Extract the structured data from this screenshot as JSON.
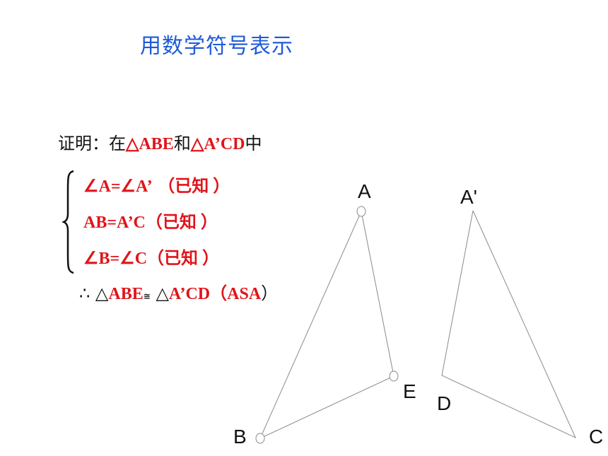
{
  "title": "用数学符号表示",
  "proof": {
    "line0": {
      "prefix": "证明：在",
      "tri1": "△ABE",
      "mid": "和",
      "tri2": "△A’CD",
      "suffix": "中"
    },
    "conditions": [
      {
        "stmt": "∠A=∠A’",
        "reason": "（已知 ）"
      },
      {
        "stmt": "AB=A’C",
        "reason": "（已知 ）"
      },
      {
        "stmt": "∠B=∠C",
        "reason": "（已知 ）"
      }
    ],
    "conclusion": {
      "therefore": "∴",
      "tri_symbol1": "△",
      "tri1": "ABE",
      "congruent": "≅",
      "tri_symbol2": "△",
      "tri2": "A’CD",
      "reason_open": "（",
      "reason": "ASA",
      "reason_close": "）"
    }
  },
  "points": {
    "A": "A",
    "E": "E",
    "B": "B",
    "A_prime": "A'",
    "D": "D",
    "C": "C"
  },
  "colors": {
    "title": "#1e5bd8",
    "emphasis": "#e0141a",
    "text": "#111111",
    "figure_line": "#8a8a8a"
  }
}
